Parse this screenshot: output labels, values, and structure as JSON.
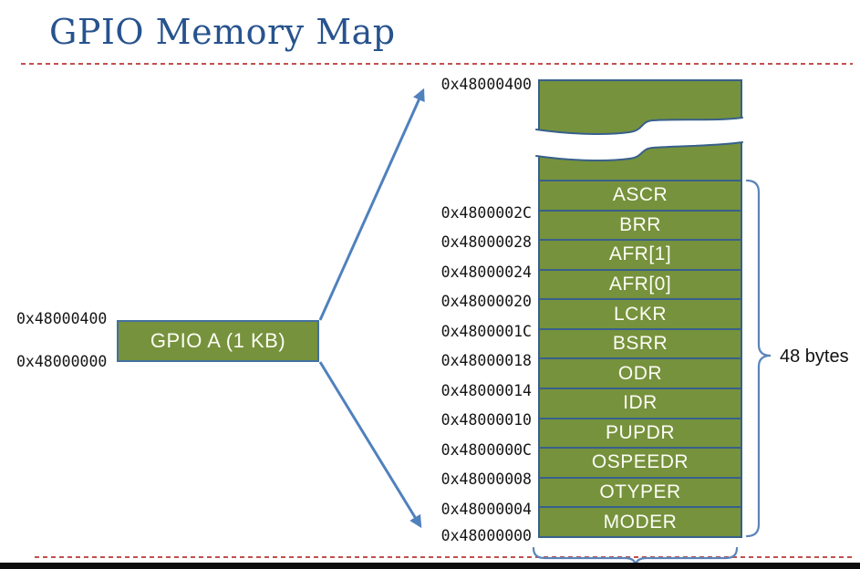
{
  "title": "GPIO Memory Map",
  "gpio_block": {
    "label": "GPIO A (1 KB)",
    "top_address": "0x48000400",
    "bottom_address": "0x48000000"
  },
  "memory_map": {
    "top_address": "0x48000400",
    "registers": [
      "ASCR",
      "BRR",
      "AFR[1]",
      "AFR[0]",
      "LCKR",
      "BSRR",
      "ODR",
      "IDR",
      "PUPDR",
      "OSPEEDR",
      "OTYPER",
      "MODER"
    ],
    "boundary_addresses": [
      "0x4800002C",
      "0x48000028",
      "0x48000024",
      "0x48000020",
      "0x4800001C",
      "0x48000018",
      "0x48000014",
      "0x48000010",
      "0x4800000C",
      "0x48000008",
      "0x48000004",
      "0x48000000"
    ],
    "size_label": "48 bytes"
  },
  "colors": {
    "block_fill": "#76923C",
    "block_border": "#38608C",
    "connector_blue": "#4F81BD",
    "dashed_rule_red": "#C0504D",
    "title_blue": "#27538E",
    "bottom_bar": "#0d0d0d"
  }
}
